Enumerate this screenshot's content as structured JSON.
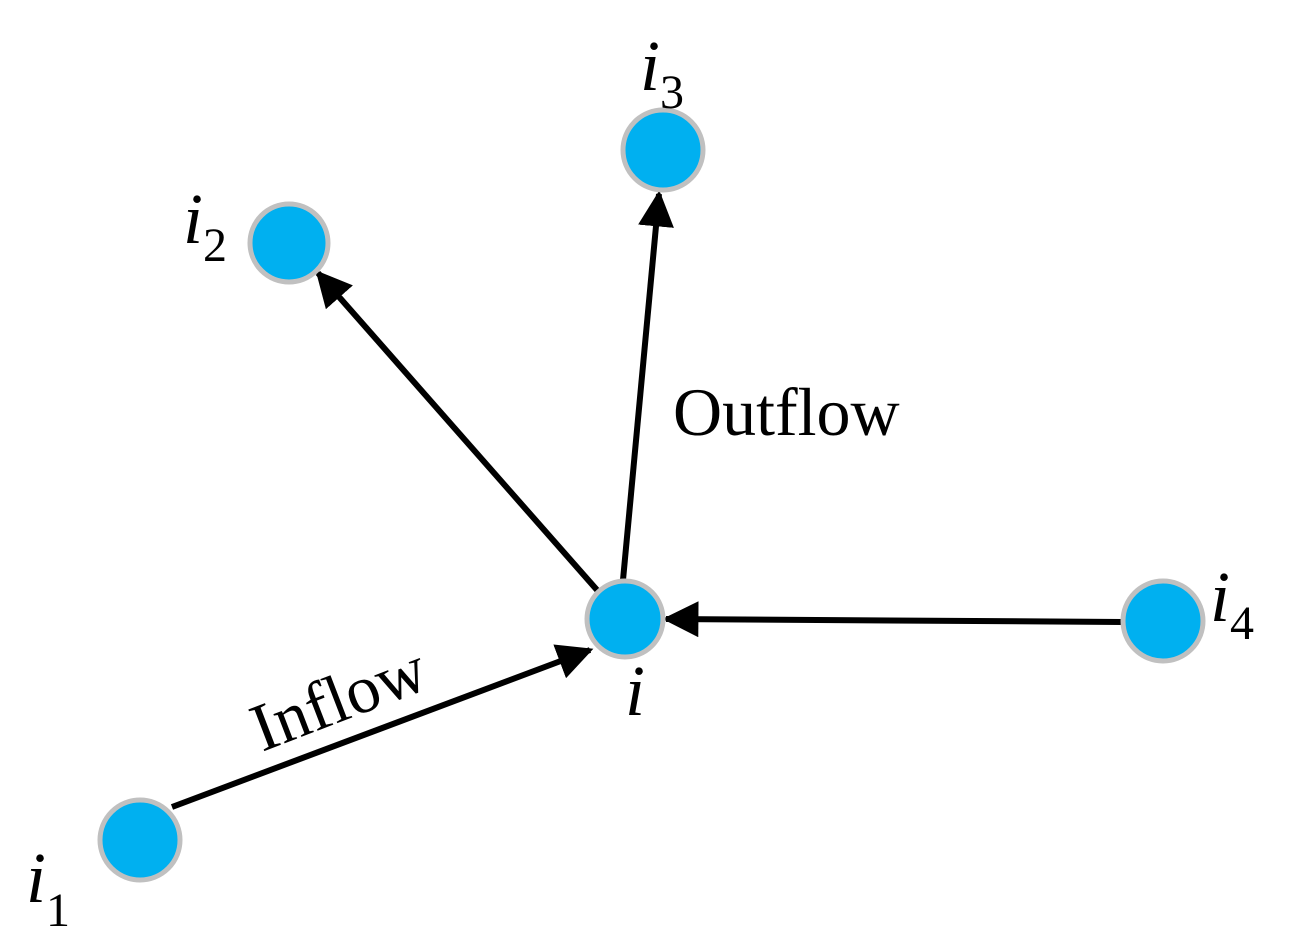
{
  "colors": {
    "node_fill": "#00b0f0",
    "node_stroke": "#c0c0c0",
    "edge": "#000000",
    "text": "#000000"
  },
  "nodes": {
    "i": {
      "base": "i",
      "sub": ""
    },
    "i1": {
      "base": "i",
      "sub": "1"
    },
    "i2": {
      "base": "i",
      "sub": "2"
    },
    "i3": {
      "base": "i",
      "sub": "3"
    },
    "i4": {
      "base": "i",
      "sub": "4"
    }
  },
  "edges": [
    {
      "from": "i1",
      "to": "i"
    },
    {
      "from": "i4",
      "to": "i"
    },
    {
      "from": "i",
      "to": "i2"
    },
    {
      "from": "i",
      "to": "i3"
    }
  ],
  "annotations": {
    "inflow": "Inflow",
    "outflow": "Outflow"
  }
}
